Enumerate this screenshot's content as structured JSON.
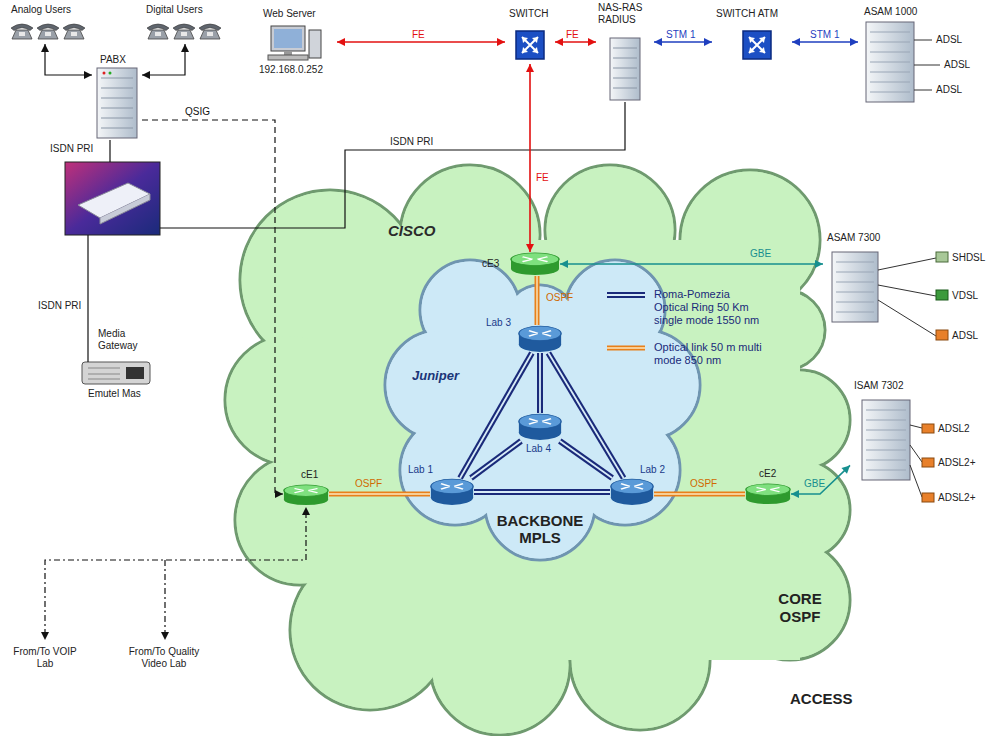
{
  "diagram": {
    "nodes": [
      {
        "text": [
          "Analog Users"
        ]
      },
      {
        "text": [
          "Digital Users"
        ]
      },
      {
        "text": [
          "PABX"
        ]
      },
      {
        "text": [
          "Web Server",
          "192.168.0.252"
        ]
      },
      {
        "text": [
          "SWITCH"
        ]
      },
      {
        "text": [
          "NAS-RAS RADIUS"
        ]
      },
      {
        "text": [
          "SWITCH ATM"
        ]
      },
      {
        "text": [
          "ASAM 1000"
        ]
      },
      {
        "text": [
          "Media Gateway",
          "Emutel Mas"
        ]
      },
      {
        "text": [
          "CISCO",
          "CORE OSPF"
        ]
      },
      {
        "text": [
          "Juniper",
          "BACKBONE MPLS"
        ],
        "in": 9
      },
      {
        "text": [
          "cE3"
        ],
        "in": 9
      },
      {
        "text": [
          "Lab 3"
        ],
        "in": 10
      },
      {
        "text": [
          "Lab 4"
        ],
        "in": 10
      },
      {
        "text": [
          "Lab 1"
        ],
        "in": 10
      },
      {
        "text": [
          "Lab 2"
        ],
        "in": 10
      },
      {
        "text": [
          "cE1"
        ],
        "in": 9
      },
      {
        "text": [
          "cE2"
        ],
        "in": 9
      },
      {
        "text": [
          "ASAM 7300"
        ]
      },
      {
        "text": [
          "ISAM 7302"
        ]
      }
    ],
    "edges": [
      {
        "from": 0,
        "to": 2,
        "arrow": "both"
      },
      {
        "from": 1,
        "to": 2,
        "arrow": "both"
      },
      {
        "from": 3,
        "to": 4,
        "label": "FE",
        "arrow": "both"
      },
      {
        "from": 4,
        "to": 5,
        "label": "FE",
        "arrow": "both"
      },
      {
        "from": 5,
        "to": 6,
        "label": "STM 1",
        "arrow": "both"
      },
      {
        "from": 6,
        "to": 7,
        "label": "STM 1",
        "arrow": "both"
      },
      {
        "from": 4,
        "to": 11,
        "label": "FE",
        "arrow": "both"
      },
      {
        "from": 11,
        "to": 12,
        "label": "OSPF",
        "arrow": "none"
      },
      {
        "from": 11,
        "to": 18,
        "label": "GBE",
        "arrow": "both"
      },
      {
        "from": 16,
        "to": 14,
        "label": "OSPF",
        "arrow": "none"
      },
      {
        "from": 15,
        "to": 17,
        "label": "OSPF",
        "arrow": "none"
      },
      {
        "from": 17,
        "to": 19,
        "label": "GBE",
        "arrow": "both"
      },
      {
        "from": 12,
        "to": 14,
        "arrow": "none"
      },
      {
        "from": 12,
        "to": 15,
        "arrow": "none"
      },
      {
        "from": 14,
        "to": 15,
        "arrow": "none"
      },
      {
        "from": 13,
        "to": 12,
        "arrow": "none"
      },
      {
        "from": 13,
        "to": 14,
        "arrow": "none"
      },
      {
        "from": 13,
        "to": 15,
        "arrow": "none"
      },
      {
        "from": 2,
        "to": 16,
        "label": "QSIG",
        "arrow": "to"
      }
    ],
    "labels": [
      "ISDN PRI",
      "ISDN PRI",
      "ISDN PRI",
      "ADSL",
      "ADSL",
      "ADSL",
      "SHDSL",
      "VDSL",
      "ADSL",
      "ADSL2",
      "ADSL2+",
      "ADSL2+",
      "From/To VOIP Lab",
      "From/To Quality Video Lab",
      "ACCESS"
    ],
    "legend": [
      {
        "text": "Roma-Pomezia Optical Ring 50 Km single mode 1550 nm"
      },
      {
        "text": "Optical link 50 m multi mode 850 nm"
      }
    ]
  }
}
